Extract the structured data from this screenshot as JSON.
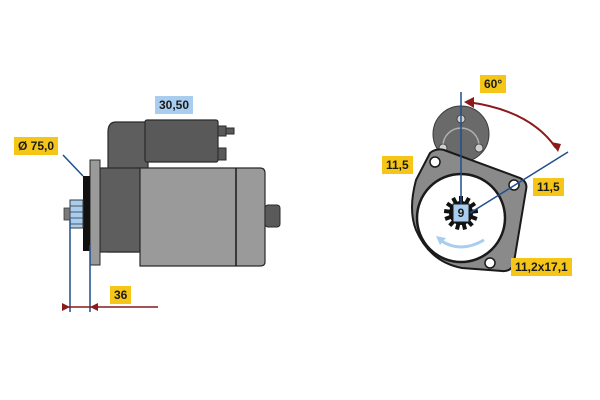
{
  "side_view": {
    "diameter_label": "Ø 75,0",
    "terminal_label": "30,50",
    "flange_distance_label": "36"
  },
  "front_view": {
    "angle_label": "60°",
    "hole_left_label": "11,5",
    "hole_right_label": "11,5",
    "slot_label": "11,2x17,1",
    "teeth_count": "9"
  },
  "colors": {
    "label_yellow": "#f5c518",
    "label_blue": "#a9cdef",
    "dimension_line_blue": "#1f4e8c",
    "arrow_red": "#8b1a1a",
    "body_dark": "#5a5a5a",
    "body_light": "#9a9a9a"
  }
}
